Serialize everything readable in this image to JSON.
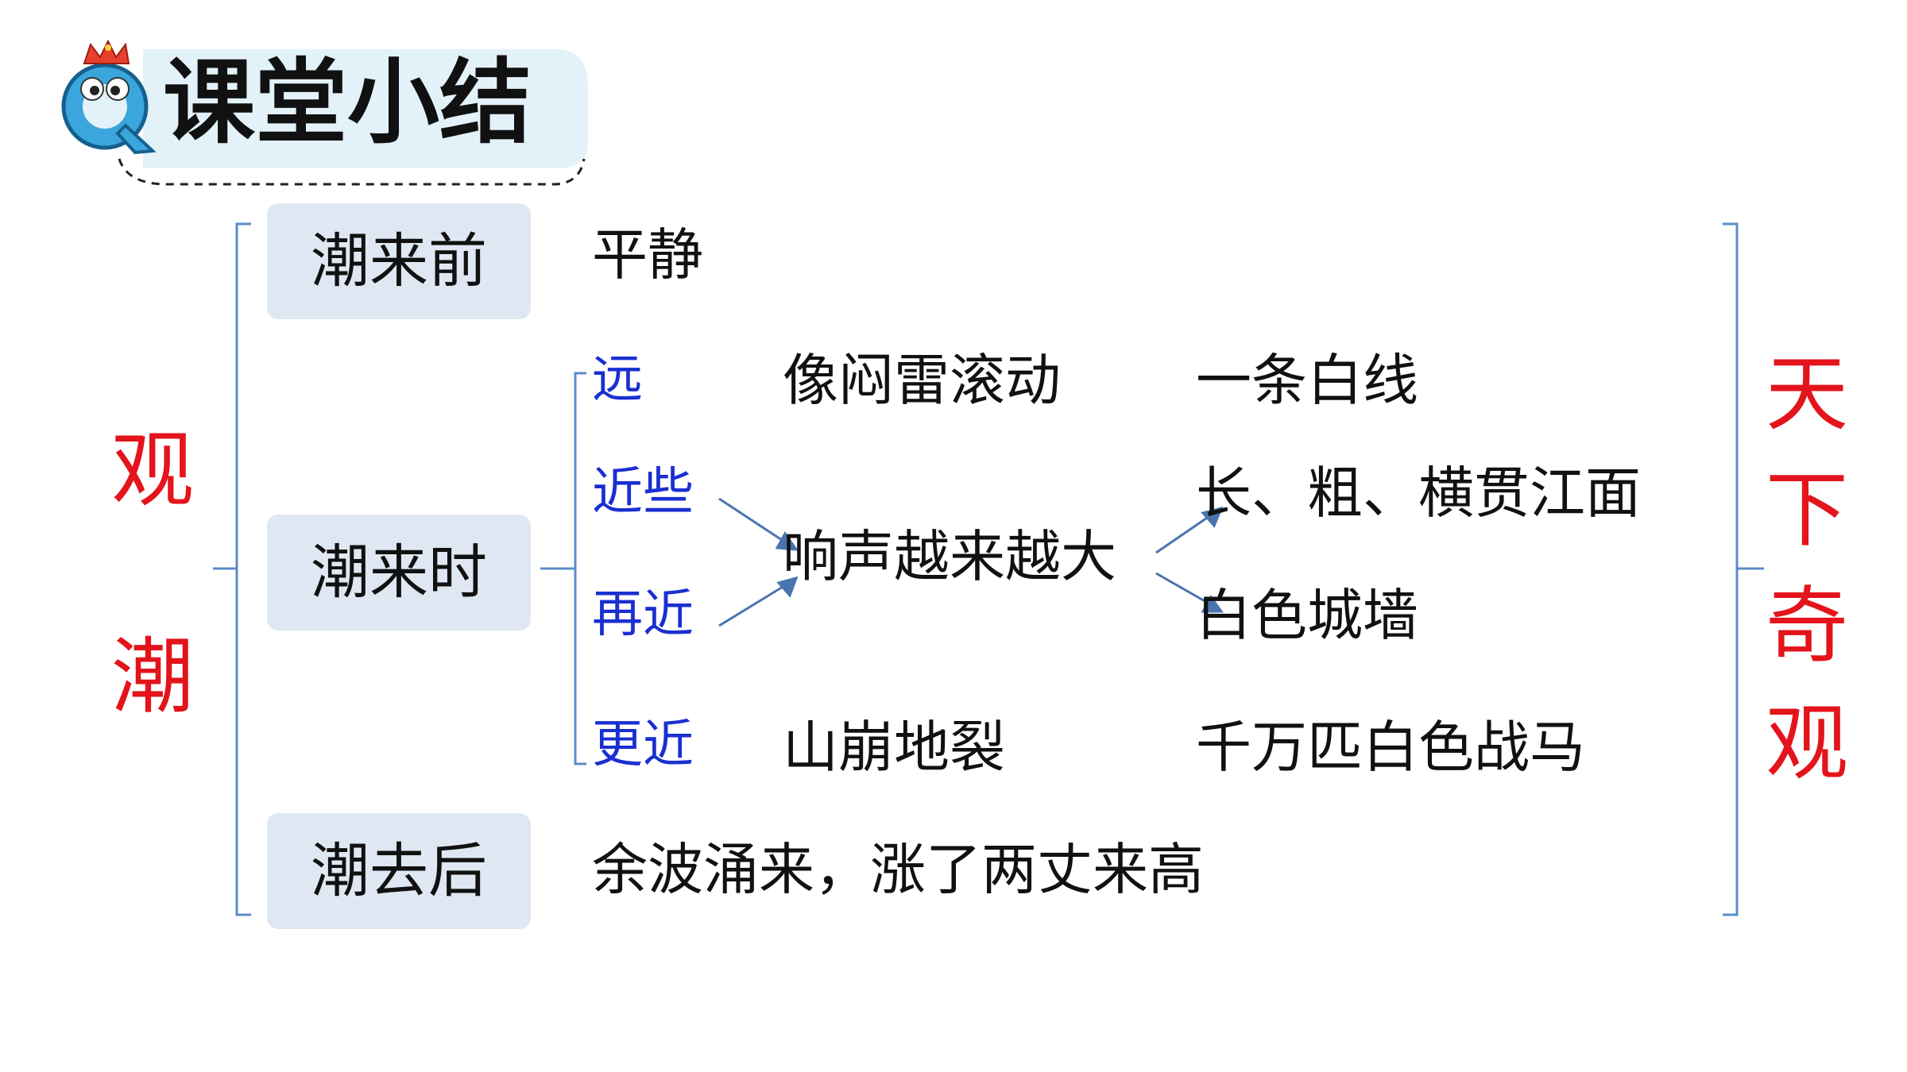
{
  "title": "课堂小结",
  "left_topic": [
    "观",
    "潮"
  ],
  "right_conclusion": [
    "天",
    "下",
    "奇",
    "观"
  ],
  "phases": {
    "before": {
      "label": "潮来前",
      "description": "平静"
    },
    "during": {
      "label": "潮来时",
      "stages": {
        "far": {
          "label": "远",
          "sound": "像闷雷滚动",
          "sight": "一条白线"
        },
        "nearer": {
          "label": "近些"
        },
        "closer": {
          "label": "再近"
        },
        "merged_sound": "响声越来越大",
        "sight_a": "长、粗、横贯江面",
        "sight_b": "白色城墙",
        "nearest": {
          "label": "更近",
          "sound": "山崩地裂",
          "sight": "千万匹白色战马"
        }
      }
    },
    "after": {
      "label": "潮去后",
      "description": "余波涌来，涨了两丈来高"
    }
  },
  "colors": {
    "box_fill": "#dfe8f2",
    "bracket": "#5b8cc8",
    "arrow": "#4a74b0",
    "stage_label": "#1a2fd0",
    "accent_red": "#e3141b"
  },
  "icons": [
    "q-mascot-icon"
  ]
}
